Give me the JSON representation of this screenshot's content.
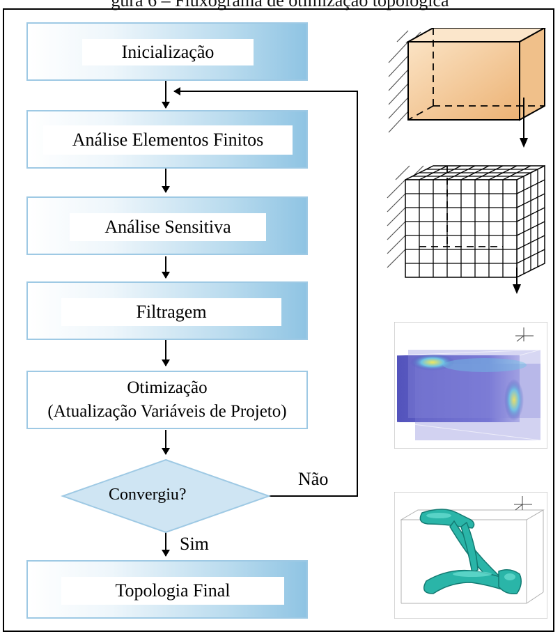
{
  "caption": "gura 6 – Fluxograma de otimização topológica",
  "flowchart": {
    "steps": [
      {
        "label": "Inicialização"
      },
      {
        "label": "Análise Elementos Finitos"
      },
      {
        "label": "Análise Sensitiva"
      },
      {
        "label": "Filtragem"
      },
      {
        "label": "Otimização",
        "sublabel": "(Atualização Variáveis de Projeto)"
      },
      {
        "label": "Topologia Final"
      }
    ],
    "decision": {
      "label": "Convergiu?",
      "no_label": "Não",
      "yes_label": "Sim"
    }
  },
  "illustrations": [
    {
      "icon": "design-domain-box-icon"
    },
    {
      "icon": "finite-element-mesh-icon"
    },
    {
      "icon": "density-field-render-icon"
    },
    {
      "icon": "optimized-topology-icon"
    }
  ],
  "colors": {
    "box_border": "#9ec9e4",
    "box_gradient_end": "#8fc4e3",
    "decision_fill": "#cfe5f3",
    "orange_block": "#f2c690",
    "density_blue": "#4f4fb8",
    "topology_teal": "#2ab5a8"
  }
}
